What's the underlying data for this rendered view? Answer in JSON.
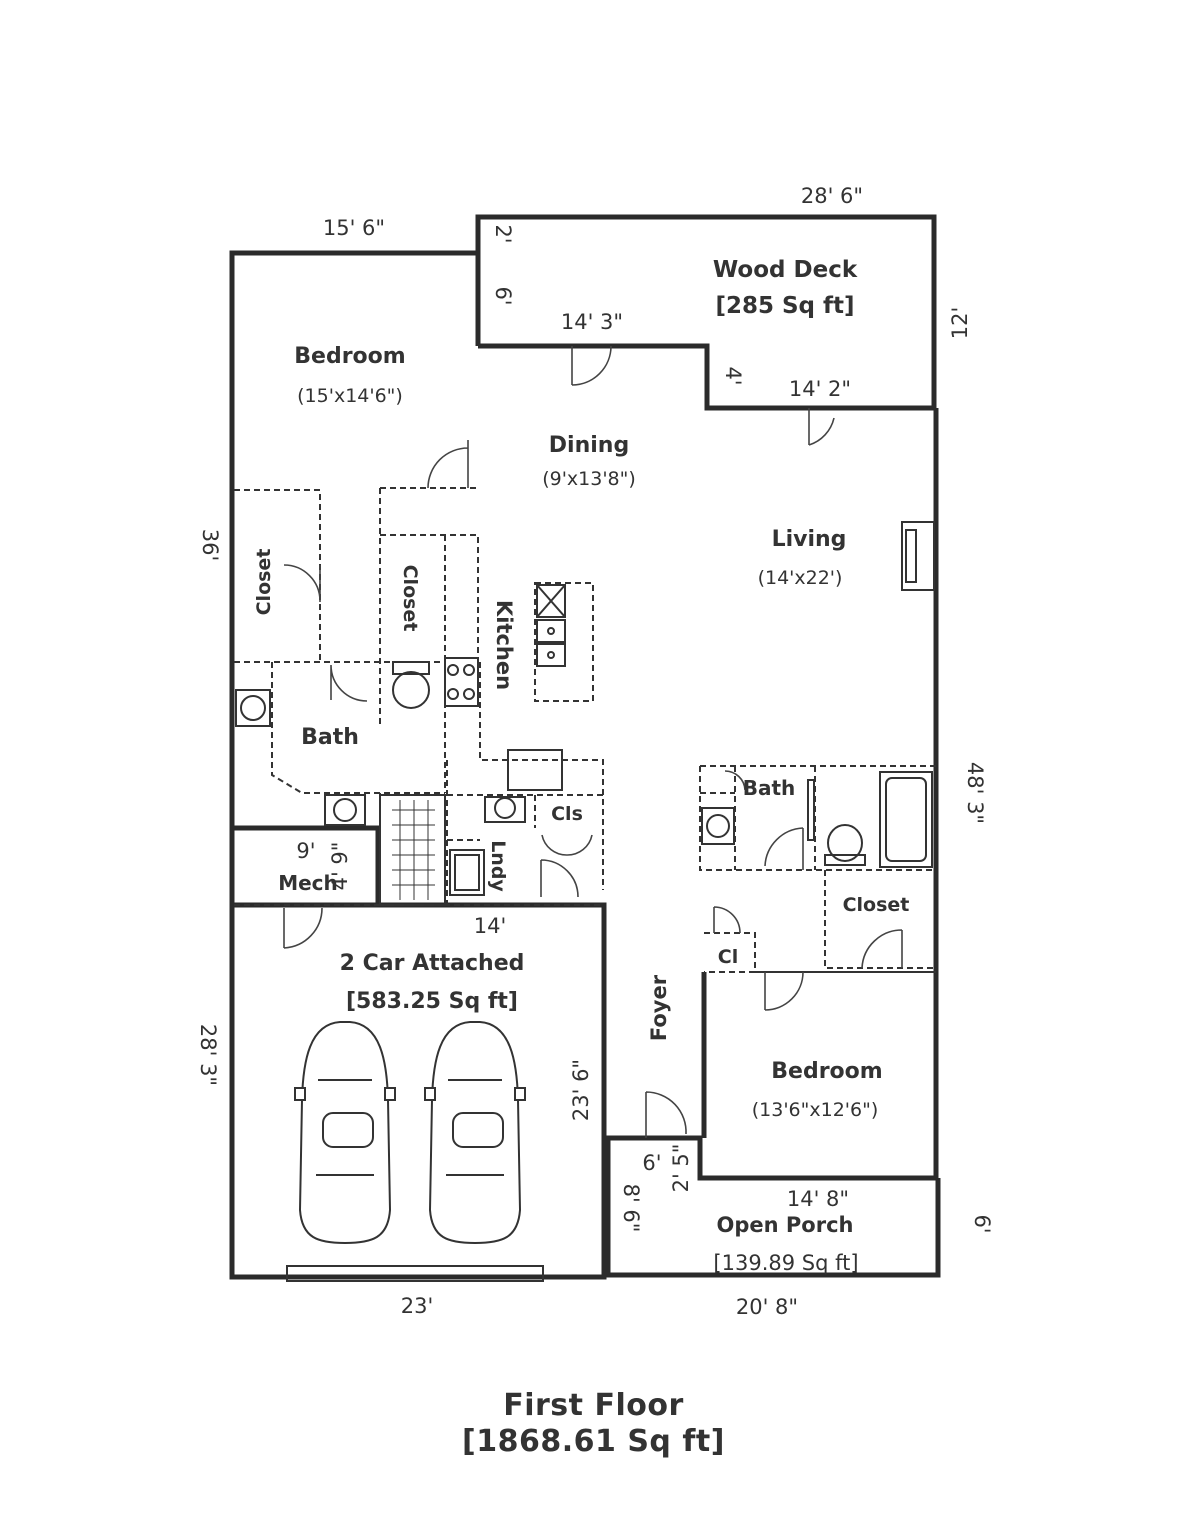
{
  "rooms": {
    "wood_deck": {
      "name": "Wood Deck",
      "area": "[285 Sq ft]"
    },
    "bedroom1": {
      "name": "Bedroom",
      "size": "(15'x14'6\")"
    },
    "dining": {
      "name": "Dining",
      "size": "(9'x13'8\")"
    },
    "living": {
      "name": "Living",
      "size": "(14'x22')"
    },
    "closet1": {
      "name": "Closet"
    },
    "closet2": {
      "name": "Closet"
    },
    "kitchen": {
      "name": "Kitchen"
    },
    "bath1": {
      "name": "Bath"
    },
    "bath2": {
      "name": "Bath"
    },
    "cls": {
      "name": "Cls"
    },
    "lndy": {
      "name": "Lndy"
    },
    "mech": {
      "name": "Mech"
    },
    "closet3": {
      "name": "Closet"
    },
    "cl": {
      "name": "Cl"
    },
    "garage": {
      "name": "2 Car Attached",
      "area": "[583.25 Sq ft]"
    },
    "foyer": {
      "name": "Foyer"
    },
    "bedroom2": {
      "name": "Bedroom",
      "size": "(13'6\"x12'6\")"
    },
    "porch": {
      "name": "Open Porch",
      "area": "[139.89 Sq ft]"
    }
  },
  "dimensions": {
    "deck_top": "28' 6\"",
    "bedroom_top": "15' 6\"",
    "deck_left_2": "2'",
    "deck_left_6": "6'",
    "deck_bottom_left": "14' 3\"",
    "deck_step": "4'",
    "deck_bottom_right": "14' 2\"",
    "deck_right": "12'",
    "left_upper": "36'",
    "right_main": "48' 3\"",
    "mech_w": "9'",
    "mech_h": "4' 9\"",
    "garage_top": "14'",
    "garage_inner": "23' 6\"",
    "left_lower": "28' 3\"",
    "porch_6": "6'",
    "porch_25": "2' 5\"",
    "porch_86": "8' 6\"",
    "porch_top": "14' 8\"",
    "porch_right": "6'",
    "garage_bottom": "23'",
    "porch_bottom": "20' 8\""
  },
  "footer": {
    "title": "First Floor",
    "total": "[1868.61 Sq ft]"
  }
}
